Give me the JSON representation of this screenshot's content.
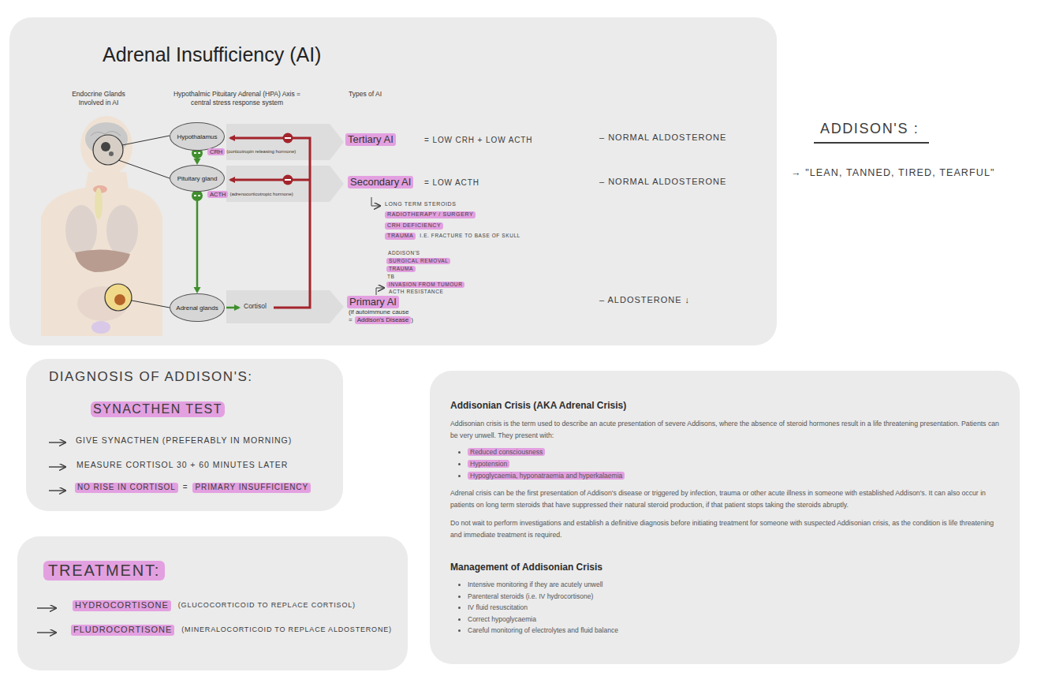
{
  "diagram": {
    "nodes": [
      {
        "text": [
          "Adrenal Insufficiency (AI)"
        ]
      },
      {
        "text": [
          "Hypothalamus"
        ],
        "in": 0
      },
      {
        "text": [
          "Pituitary gland"
        ],
        "in": 0
      },
      {
        "text": [
          "Adrenal glands"
        ],
        "in": 0
      },
      {
        "text": [
          "DIAGNOSIS OF ADDISON'S:"
        ]
      },
      {
        "text": [
          "TREATMENT:"
        ]
      },
      {
        "text": [
          "Addisonian Crisis (AKA Adrenal Crisis)",
          "Addisonian crisis is the term used to describe an acute presentation of severe Addisons, where the absence of steroid hormones result in a life threatening presentation. Patients can be very unwell. They present with:",
          "Reduced consciousness",
          "Hypotension",
          "Hypoglycaemia, hyponatraemia and hyperkalaemia",
          "Adrenal crisis can be the first presentation of Addison's disease or triggered by infection, trauma or other acute illness in someone with established Addison's. It can also occur in patients on long term steroids that have suppressed their natural steroid production, if that patient stops taking the steroids abruptly.",
          "Do not wait to perform investigations and establish a definitive diagnosis before initiating treatment for someone with suspected Addisonian crisis, as the condition is life threatening and immediate treatment is required.",
          "Management of Addisonian Crisis",
          "Intensive monitoring if they are acutely unwell",
          "Parenteral steroids (i.e. IV hydrocortisone)",
          "IV fluid resuscitation",
          "Correct hypoglycaemia",
          "Careful monitoring of electrolytes and fluid balance"
        ]
      }
    ],
    "edges": [
      {
        "from": 1,
        "to": 2,
        "arrow": "to"
      },
      {
        "from": 2,
        "to": 3,
        "arrow": "to"
      }
    ],
    "labels": [
      "Endocrine Glands Involved in AI",
      "Hypothalmic Pituitary Adrenal (HPA) Axis = central stress response system",
      "Types of AI",
      "CRH",
      "(corticotropin releasing hormone)",
      "ACTH",
      "(adrenocorticotropic hormone)",
      "Cortisol",
      "Tertiary AI",
      "= LOW CRH + LOW ACTH",
      "– NORMAL ALDOSTERONE",
      "Secondary AI",
      "= LOW ACTH",
      "– NORMAL ALDOSTERONE",
      "LONG TERM STEROIDS",
      "RADIOTHERAPY / SURGERY",
      "CRH DEFICIENCY",
      "TRAUMA",
      "I.E. FRACTURE TO BASE OF SKULL",
      "ADDISON'S",
      "SURGICAL REMOVAL",
      "TRAUMA",
      "TB",
      "INVASION FROM TUMOUR",
      "ACTH RESISTANCE",
      "Primary AI",
      "(if autoimmune cause",
      "=",
      "Addison's Disease",
      ")",
      "– ALDOSTERONE ↓",
      "ADDISON'S :",
      "→ \"LEAN, TANNED, TIRED, TEARFUL\"",
      "SYNACTHEN TEST",
      "GIVE SYNACTHEN (PREFERABLY IN MORNING)",
      "MEASURE CORTISOL 30 + 60 MINUTES LATER",
      "NO RISE IN CORTISOL",
      "=",
      "PRIMARY INSUFFICIENCY",
      "HYDROCORTISONE",
      "(GLUCOCORTICOID TO REPLACE CORTISOL)",
      "FLUDROCORTISONE",
      "(MINERALOCORTICOID TO REPLACE ALDOSTERONE)"
    ]
  }
}
